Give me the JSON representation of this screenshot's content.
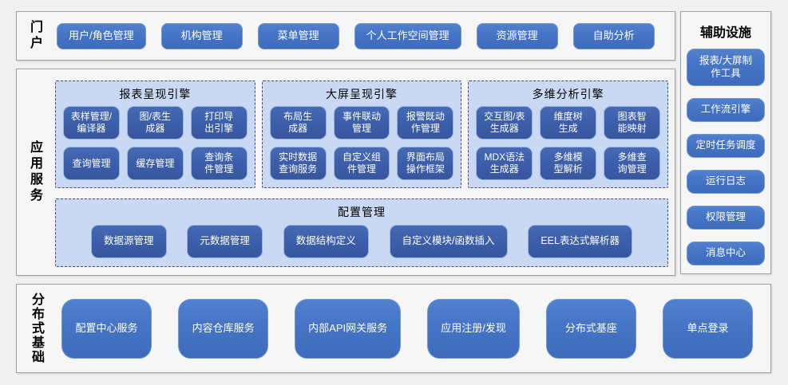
{
  "colors": {
    "accent_blue": "#4472C4",
    "node_blue": "#3B5CA8",
    "node_border": "#94B3E0",
    "engine_group_fill": "#C9D9F3",
    "dashed_border": "#44506B",
    "panel_border": "#9E9E9E",
    "page_bg": "#F0F0F0",
    "button_text": "#FFFFFF"
  },
  "sections": {
    "portal": {
      "label": "门户",
      "buttons": [
        "用户/角色管理",
        "机构管理",
        "菜单管理",
        "个人工作空间管理",
        "资源管理",
        "自助分析"
      ]
    },
    "app_services": {
      "label": "应用服务",
      "engines": [
        {
          "title": "报表呈现引擎",
          "buttons": [
            "表样管理/\n编译器",
            "图/表生\n成器",
            "打印导\n出引擎",
            "查询管理",
            "缓存管理",
            "查询条\n件管理"
          ]
        },
        {
          "title": "大屏呈现引擎",
          "buttons": [
            "布局生\n成器",
            "事件联动\n管理",
            "报警既动\n作管理",
            "实时数据\n查询服务",
            "自定义组\n件管理",
            "界面布局\n操作框架"
          ]
        },
        {
          "title": "多维分析引擎",
          "buttons": [
            "交互图/表\n生成器",
            "维度树\n生成",
            "图表智\n能映射",
            "MDX语法\n生成器",
            "多维模\n型解析",
            "多维查\n询管理"
          ]
        }
      ],
      "config": {
        "title": "配置管理",
        "buttons": [
          "数据源管理",
          "元数据管理",
          "数据结构定义",
          "自定义模块/函数插入",
          "EEL表达式解析器"
        ]
      }
    },
    "aux": {
      "label": "辅助设施",
      "buttons": [
        "报表/大屏制\n作工具",
        "工作流引擎",
        "定时任务调度",
        "运行日志",
        "权限管理",
        "消息中心"
      ]
    },
    "distributed": {
      "label": "分布式基础",
      "buttons": [
        "配置中心服务",
        "内容仓库服务",
        "内部API网关服务",
        "应用注册/发现",
        "分布式基座",
        "单点登录"
      ]
    }
  }
}
